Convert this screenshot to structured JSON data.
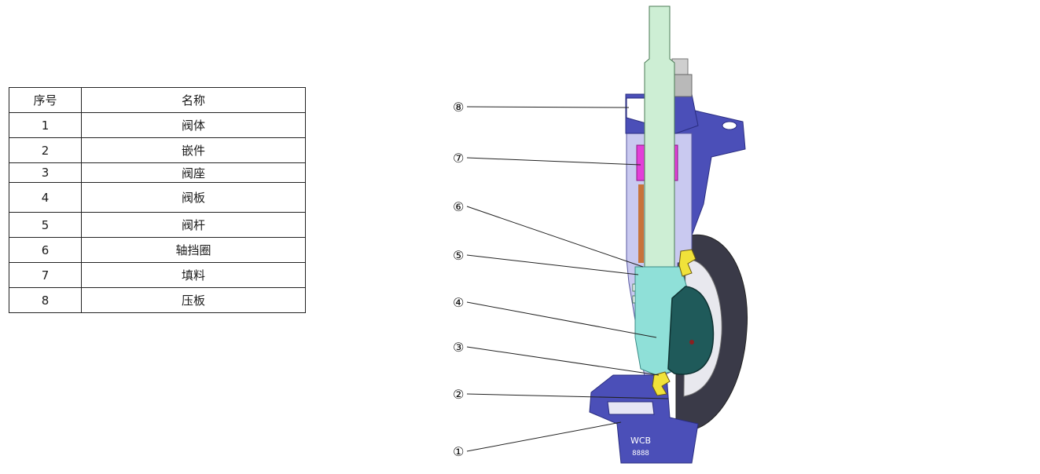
{
  "table": {
    "headers": [
      "序号",
      "名称"
    ],
    "rows": [
      {
        "no": "1",
        "name": "阀体"
      },
      {
        "no": "2",
        "name": "嵌件"
      },
      {
        "no": "3",
        "name": "阀座"
      },
      {
        "no": "4",
        "name": "阀板"
      },
      {
        "no": "5",
        "name": "阀杆"
      },
      {
        "no": "6",
        "name": "轴挡圈"
      },
      {
        "no": "7",
        "name": "填料"
      },
      {
        "no": "8",
        "name": "压板"
      }
    ]
  },
  "diagram": {
    "callouts": [
      "⑧",
      "⑦",
      "⑥",
      "⑤",
      "④",
      "③",
      "②",
      "①"
    ],
    "body_marking": "WCB",
    "body_code": "8888",
    "colors": {
      "body": "#4b4fb8",
      "stem": "#cdeed4",
      "disc": "#1f5a5a",
      "packing": "#e23fd8",
      "seat": "#f0e23a",
      "ring": "#3c3c4a"
    }
  }
}
